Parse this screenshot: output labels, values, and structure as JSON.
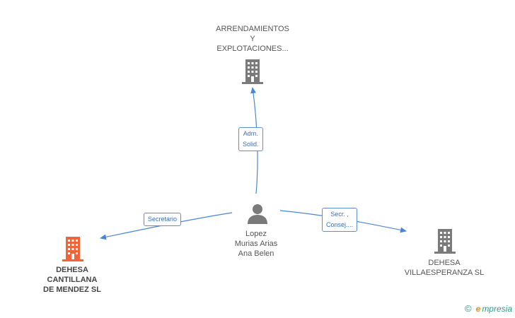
{
  "nodes": {
    "company_top": {
      "lines": [
        "ARRENDAMIENTOS",
        "Y",
        "EXPLOTACIONES..."
      ],
      "color": "#7a7a7a"
    },
    "person": {
      "lines": [
        "Lopez",
        "Murias Arias",
        "Ana Belen"
      ],
      "color": "#7a7a7a"
    },
    "company_left": {
      "lines": [
        "DEHESA",
        "CANTILLANA",
        "DE MENDEZ SL"
      ],
      "color": "#f0643c"
    },
    "company_right": {
      "lines": [
        "DEHESA",
        "VILLAESPERANZA SL"
      ],
      "color": "#7a7a7a"
    }
  },
  "edges": {
    "to_top": {
      "lines": [
        "Adm.",
        "Solid."
      ]
    },
    "to_left": {
      "lines": [
        "Secretario"
      ]
    },
    "to_right": {
      "lines": [
        "Secr. ,",
        "Consej...."
      ]
    }
  },
  "colors": {
    "edge": "#4a86d8",
    "edge_label_text": "#3a6fb8"
  },
  "footer": {
    "copyright_symbol": "©",
    "brand_first": "e",
    "brand_rest": "mpresia"
  }
}
